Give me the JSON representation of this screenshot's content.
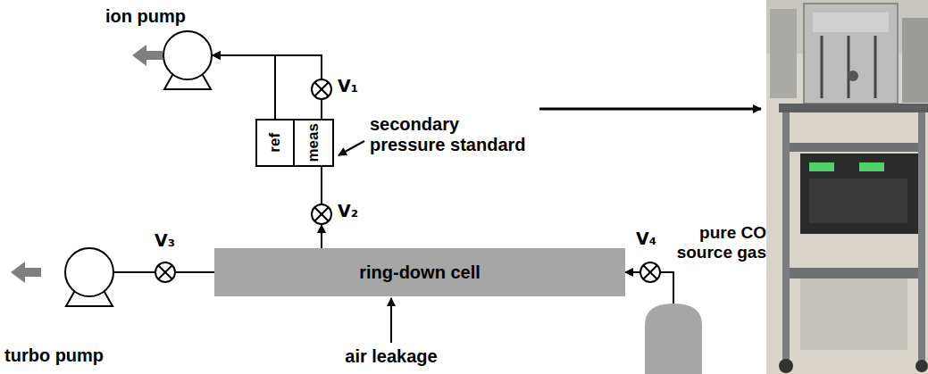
{
  "diagram": {
    "nodes": [
      {
        "text": [
          "ion pump"
        ]
      },
      {
        "text": [
          "V₁"
        ]
      },
      {
        "text": [
          "ref"
        ]
      },
      {
        "text": [
          "meas"
        ]
      },
      {
        "text": [
          "V₂"
        ]
      },
      {
        "text": [
          "turbo pump"
        ]
      },
      {
        "text": [
          "V₃"
        ]
      },
      {
        "text": [
          "ring-down cell"
        ]
      },
      {
        "text": [
          "V₄"
        ]
      },
      {
        "text": [
          "pure CO source gas"
        ]
      }
    ],
    "edges": [
      {
        "from": 1,
        "to": 0,
        "arrow": "to"
      },
      {
        "from": 2,
        "to": 0,
        "arrow": "to"
      },
      {
        "from": 3,
        "to": 1,
        "arrow": "none"
      },
      {
        "from": 4,
        "to": 3,
        "arrow": "none"
      },
      {
        "from": 7,
        "to": 4,
        "arrow": "to"
      },
      {
        "from": 5,
        "to": 6,
        "arrow": "none"
      },
      {
        "from": 6,
        "to": 7,
        "arrow": "none"
      },
      {
        "from": 8,
        "to": 7,
        "arrow": "to"
      },
      {
        "from": 9,
        "to": 8,
        "arrow": "none"
      }
    ],
    "labels": [
      "secondary pressure standard",
      "air leakage"
    ]
  }
}
